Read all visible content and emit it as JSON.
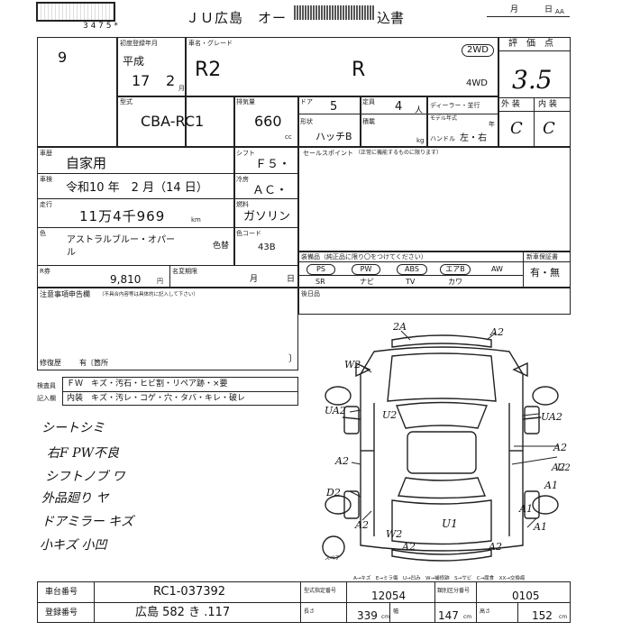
{
  "header": {
    "stamp_box": "",
    "stamp_digits": "3 4 7 5 *",
    "title": "ＪＵ広島　オー",
    "title_suffix": "込書",
    "month_label": "月",
    "day_label": "日",
    "aa_label": "AA"
  },
  "lot": {
    "number": "9"
  },
  "registration": {
    "label": "初度登録年月",
    "era": "平成",
    "year": "17",
    "month": "2",
    "month_unit": "月"
  },
  "vehicle": {
    "name_label": "車名・グレード",
    "name": "R2",
    "grade": "R",
    "drive_2wd": "2WD",
    "drive_4wd": "4WD",
    "type_label": "型式",
    "model_code": "CBA-RC1",
    "displacement_label": "排気量",
    "displacement": "660",
    "displacement_unit": "cc",
    "doors_label": "ドア",
    "doors": "5",
    "capacity_label": "定員",
    "capacity": "4",
    "capacity_unit": "人",
    "shape_label": "形状",
    "shape": "ハッチB",
    "load_label": "積載",
    "load_unit": "kg",
    "dealer_label": "ディーラー・並行",
    "model_year_label": "モデル年式",
    "year_unit": "年",
    "handle_label": "ハンドル",
    "handle": "左・右"
  },
  "rating": {
    "label": "評　価　点",
    "score": "3.5",
    "exterior_label": "外 装",
    "interior_label": "内 装",
    "exterior": "C",
    "interior": "C"
  },
  "history": {
    "usage_label": "車歴",
    "usage": "自家用",
    "shift_label": "シフト",
    "shift": "Ｆ５・",
    "inspection_label": "車検",
    "inspection": "令和10 年　2 月（14 日）",
    "cooler_label": "冷房",
    "cooler": "ＡＣ・",
    "mileage_label": "走行",
    "mileage": "11万4千969",
    "mileage_unit": "km",
    "fuel_label": "燃料",
    "fuel": "ガソリン",
    "color_label": "色",
    "color": "アストラルブルー・オパー",
    "color_line2": "ル",
    "color_change_label": "色替",
    "color_code_label": "色コード",
    "color_code": "43B",
    "recycle_label": "R券",
    "recycle": "9,810",
    "recycle_unit": "円",
    "name_change_label": "名変期限",
    "name_change_month": "月",
    "name_change_day": "日"
  },
  "notes": {
    "caution_label": "注意事項申告欄",
    "caution_sub": "（不具合内容等は具体的に記入して下さい）",
    "repair_label": "修復歴",
    "repair": "有〔箇所",
    "repair_close": "〕"
  },
  "inspection_codes": {
    "label_top": "検査員",
    "label_bottom": "記入欄",
    "row1": "ＦＷ　キズ・汚石・ヒビ割・リペア跡・×要",
    "row2": "内装　キズ・汚レ・コゲ・穴・タバ・キレ・破レ"
  },
  "selling_points": {
    "label": "セールスポイント",
    "sub": "（正常に機能するものに限ります）"
  },
  "equipment": {
    "label": "装備品（純正品に限り〇をつけてください）",
    "items_row1": [
      "PS",
      "PW",
      "ABS",
      "エアB",
      "AW"
    ],
    "items_row2": [
      "SR",
      "ナビ",
      "TV",
      "カワ"
    ],
    "warranty_label": "新車保証書",
    "warranty": "有・無"
  },
  "rear_seat": {
    "label": "後日品"
  },
  "handwritten_notes": [
    "シートシミ",
    "右F PW不良",
    "シフトノブ ワ",
    "外品廻り ヤ",
    "ドアミラー キズ",
    "小キズ 小凹"
  ],
  "diagram_marks": [
    "2A",
    "A2",
    "W2",
    "UA2",
    "U2",
    "A2",
    "A2",
    "A2",
    "U2",
    "UA2",
    "A1",
    "D2",
    "A2",
    "A1",
    "W2",
    "A2",
    "U1",
    "A1",
    "A2"
  ],
  "diagram_legend": "A→キズ　E→ミラ傷　U→凹み　W→補修跡　S→サビ　C→腐食　XX→交換痕",
  "diagram_spare": "スペア",
  "footer": {
    "chassis_label": "車台番号",
    "chassis": "RC1-037392",
    "plate_label": "登録番号",
    "plate": "広島 582 き .117",
    "type_cert_label": "型式指定番号",
    "type_cert": "12054",
    "class_label": "類別区分番号",
    "class": "0105",
    "length_label": "長さ",
    "length": "339",
    "width_label": "幅",
    "width": "147",
    "height_label": "高さ",
    "height": "152",
    "cm": "cm"
  }
}
